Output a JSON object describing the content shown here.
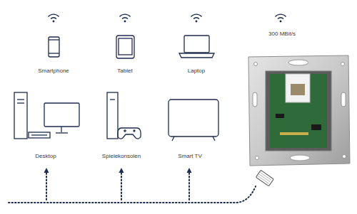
{
  "diagram": {
    "labels": [
      "Smartphone",
      "Tablet",
      "Laptop",
      "300 MBit/s",
      "Desktop",
      "Spielekonsolen",
      "Smart TV"
    ]
  }
}
